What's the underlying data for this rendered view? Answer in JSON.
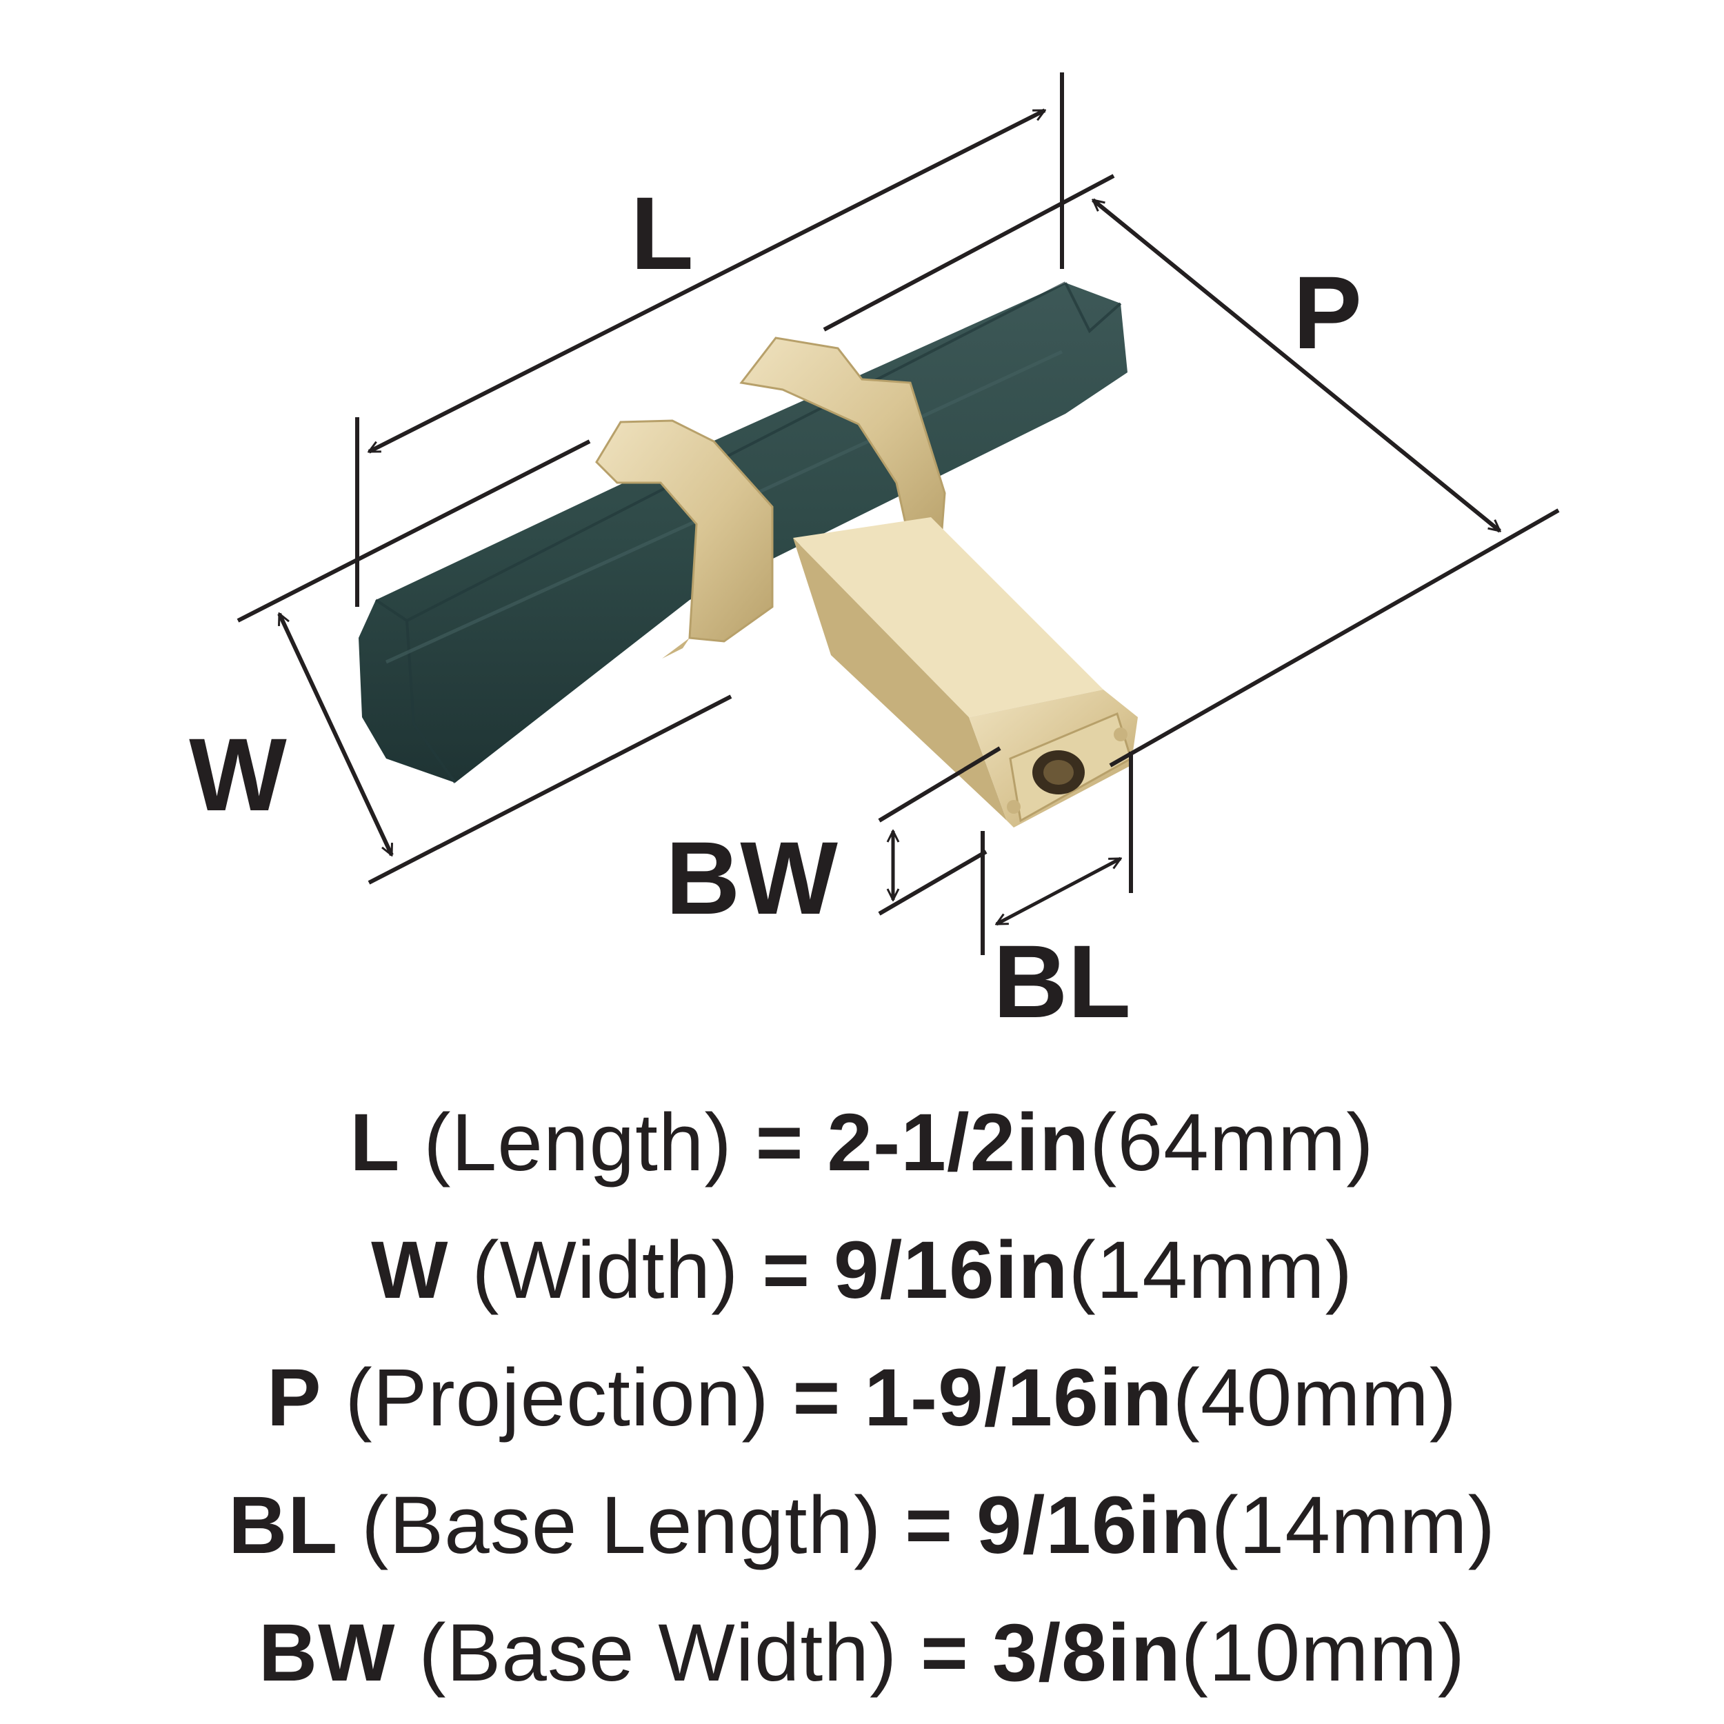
{
  "dimension_labels": {
    "length": "L",
    "projection": "P",
    "width": "W",
    "base_width": "BW",
    "base_length": "BL"
  },
  "specs": [
    {
      "abbr": "L",
      "term": "(Length)",
      "eq": "=",
      "value": "2-1/2in",
      "metric": "(64mm)"
    },
    {
      "abbr": "W",
      "term": "(Width)",
      "eq": "=",
      "value": "9/16in",
      "metric": "(14mm)"
    },
    {
      "abbr": "P",
      "term": "(Projection)",
      "eq": "=",
      "value": "1-9/16in",
      "metric": "(40mm)"
    },
    {
      "abbr": "BL",
      "term": "(Base Length)",
      "eq": "=",
      "value": "9/16in",
      "metric": "(14mm)"
    },
    {
      "abbr": "BW",
      "term": "(Base Width)",
      "eq": "=",
      "value": "3/8in",
      "metric": "(10mm)"
    }
  ],
  "colors": {
    "ink": "#231f20",
    "knob_dark_green": "#2f4a48",
    "knob_shadow": "#22393a",
    "brass": "#d9c594",
    "brass_dark": "#b7a06a",
    "brass_light": "#eadcb6"
  }
}
